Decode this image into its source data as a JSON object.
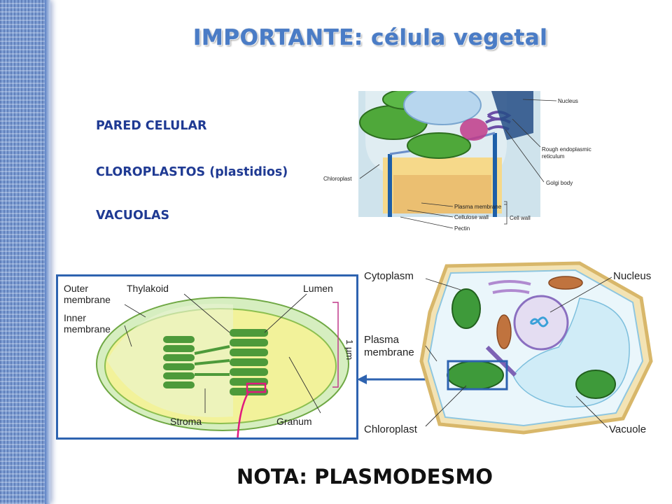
{
  "title": "IMPORTANTE: célula vegetal",
  "bullets": [
    "PARED CELULAR",
    "CLOROPLASTOS (plastidios)",
    "VACUOLAS"
  ],
  "top_figure": {
    "labels": {
      "nucleus": "Nucleus",
      "rer_1": "Rough endoplasmic",
      "rer_2": "reticulum",
      "chloroplast": "Chloroplast",
      "golgi": "Golgi body",
      "plasma_membrane": "Plasma membrane",
      "cellulose_wall": "Cellulose wall",
      "cell_wall": "Cell wall",
      "pectin": "Pectin"
    }
  },
  "chloroplast_figure": {
    "labels": {
      "outer_1": "Outer",
      "outer_2": "membrane",
      "thylakoid": "Thylakoid",
      "lumen": "Lumen",
      "inner_1": "Inner",
      "inner_2": "membrane",
      "scale": "1 µm",
      "stroma": "Stroma",
      "granum": "Granum"
    }
  },
  "cell_figure": {
    "labels": {
      "cytoplasm": "Cytoplasm",
      "nucleus": "Nucleus",
      "plasma_1": "Plasma",
      "plasma_2": "membrane",
      "chloroplast": "Chloroplast",
      "vacuole": "Vacuole"
    }
  },
  "footer": {
    "note": "NOTA: PLASMODESMO"
  },
  "colors": {
    "title": "#4a7cc6",
    "bullet": "#1f3a93",
    "frame": "#2e63b0",
    "arrow": "#2e63b0",
    "marker": "#e0197d"
  }
}
